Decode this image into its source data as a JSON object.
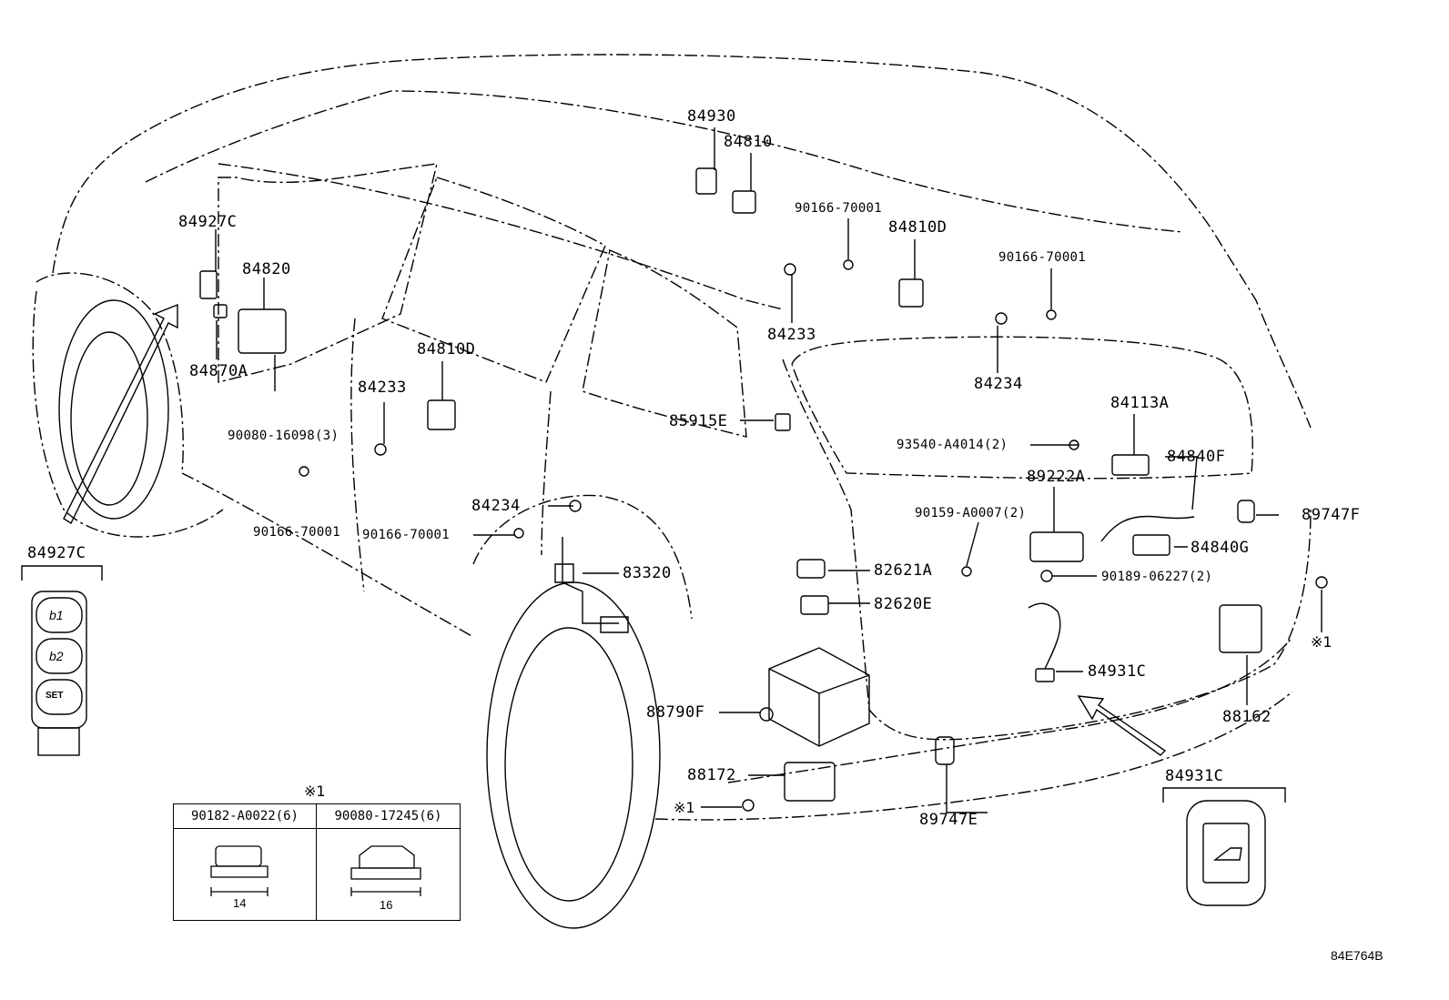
{
  "diagram_code": "84E764B",
  "note_mark": "※1",
  "labels": {
    "p84930": "84930",
    "p84810": "84810",
    "p84927C_top": "84927C",
    "p84820": "84820",
    "p84870A": "84870A",
    "p90080_16098": "90080-16098(3)",
    "p84233_left": "84233",
    "p84810D_mid": "84810D",
    "p90166_top": "90166-70001",
    "p84810D_right": "84810D",
    "p90166_right": "90166-70001",
    "p84233_mid": "84233",
    "p84234_right": "84234",
    "p85915E": "85915E",
    "p84113A": "84113A",
    "p93540": "93540-A4014(2)",
    "p84840F": "84840F",
    "p89222A": "89222A",
    "p89747F": "89747F",
    "p90159": "90159-A0007(2)",
    "p84840G": "84840G",
    "p90189": "90189-06227(2)",
    "p84234_left": "84234",
    "p90166_left": "90166-70001",
    "p90166_mid": "90166-70001",
    "p83320": "83320",
    "p82621A": "82621A",
    "p82620E": "82620E",
    "p84931C_mid": "84931C",
    "p88162": "88162",
    "p88790F": "88790F",
    "p88172": "88172",
    "p89747E": "89747E",
    "p84927C_inset": "84927C",
    "p84931C_inset": "84931C",
    "mark_right": "※1",
    "mark_bottom": "※1"
  },
  "switch_buttons": [
    "b1",
    "b2",
    "SET"
  ],
  "fastener_table": {
    "mark": "※1",
    "columns": [
      {
        "part": "90182-A0022(6)",
        "dimension": "14"
      },
      {
        "part": "90080-17245(6)",
        "dimension": "16"
      }
    ]
  }
}
